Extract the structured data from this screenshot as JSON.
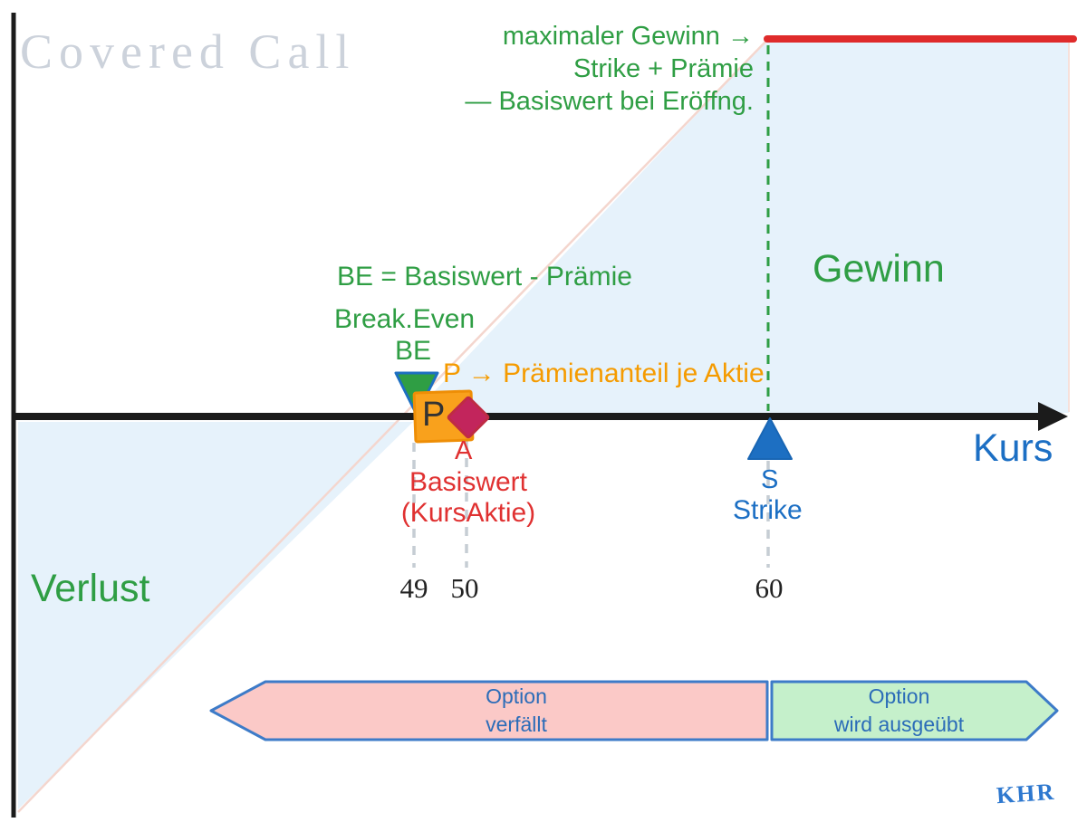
{
  "title": "Covered Call",
  "signature": "KHR",
  "axis": {
    "x_label": "Kurs"
  },
  "regions": {
    "profit": "Gewinn",
    "loss": "Verlust"
  },
  "max_gain_note": {
    "line1": "maximaler Gewinn →",
    "line2": "Strike + Prämie",
    "line3": "— Basiswert bei Eröffng."
  },
  "break_even_note": {
    "formula": "BE = Basiswert - Prämie",
    "word": "Break.Even",
    "short": "BE"
  },
  "premium_note": {
    "text": "P → Prämienanteil je Aktie",
    "marker": "P"
  },
  "underlying_note": {
    "marker": "A",
    "line1": "Basiswert",
    "line2": "(KursAktie)"
  },
  "strike_note": {
    "marker": "S",
    "word": "Strike"
  },
  "ticks": [
    "49",
    "50",
    "60"
  ],
  "key_points": {
    "break_even": 49,
    "underlying_open": 50,
    "strike": 60
  },
  "banners": {
    "expire": {
      "line1": "Option",
      "line2": "verfällt"
    },
    "exercise": {
      "line1": "Option",
      "line2": "wird ausgeübt"
    }
  },
  "colors": {
    "profit_fill": "#E6F2FB",
    "max_gain_line": "#DF2B2B",
    "green": "#2F9E44",
    "orange_square": "#F9A11C",
    "blue_marker": "#1D6FC2",
    "red_label": "#E03131",
    "diamond": "#C2255C",
    "banner_pink": "#FBC9C7",
    "banner_green": "#C5F0CB",
    "banner_border": "#3D7BC8",
    "axis_black": "#1B1B1B"
  }
}
